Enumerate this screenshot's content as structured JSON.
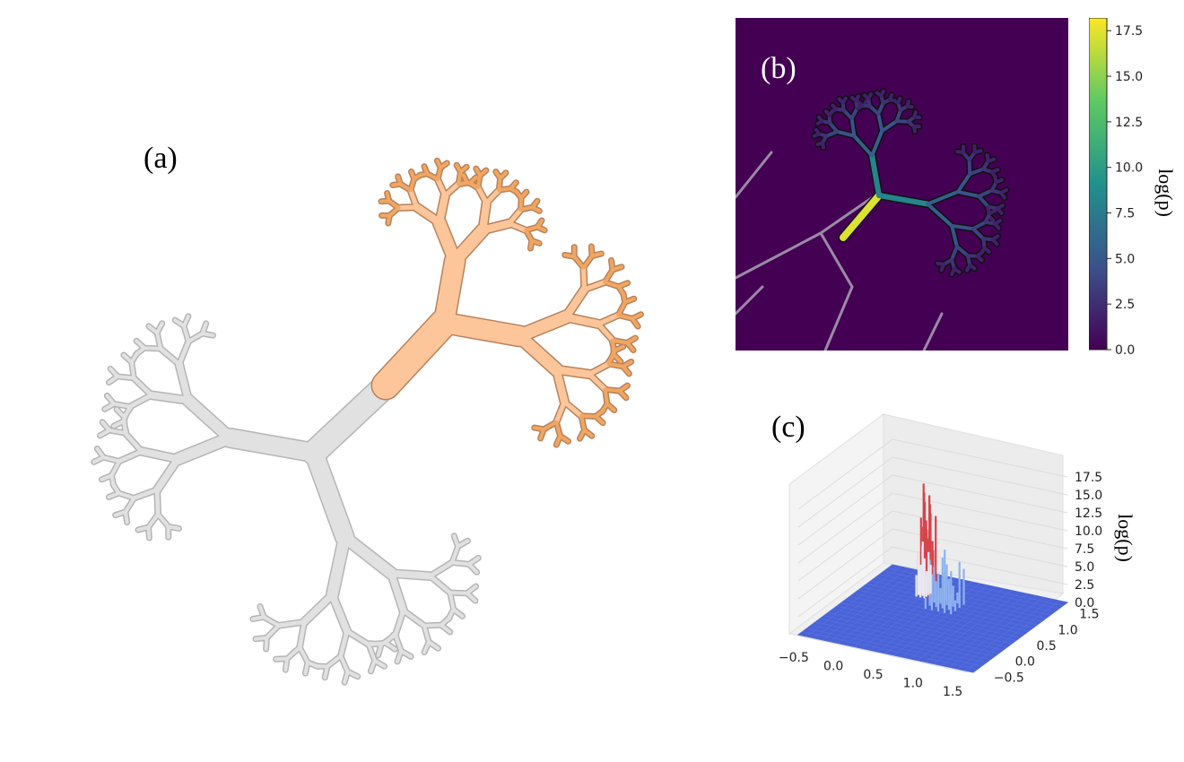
{
  "panels": {
    "a": {
      "label": "(a)"
    },
    "b": {
      "label": "(b)"
    },
    "c": {
      "label": "(c)"
    }
  },
  "colorbar": {
    "title": "log(p)",
    "ticks": [
      "0.0",
      "2.5",
      "5.0",
      "7.5",
      "10.0",
      "12.5",
      "15.0",
      "17.5"
    ],
    "colormap": [
      "#440154",
      "#3b528b",
      "#21918c",
      "#5ec962",
      "#fde725"
    ]
  },
  "surface": {
    "zlabel": "log(p)",
    "z_ticks": [
      "0.0",
      "2.5",
      "5.0",
      "7.5",
      "10.0",
      "12.5",
      "15.0",
      "17.5"
    ],
    "x_ticks": [
      "−0.5",
      "0.0",
      "0.5",
      "1.0",
      "1.5"
    ],
    "y_ticks": [
      "−0.5",
      "0.0",
      "0.5",
      "1.0",
      "1.5"
    ]
  },
  "colors": {
    "tree_gray": "#e1e1e1",
    "tree_gray_edge": "#b5b5b5",
    "tree_light_orange": "#fdc59a",
    "tree_dark_orange": "#f0a662",
    "tree_orange_edge": "#b8825a",
    "viridis_bg": "#440154",
    "surface_blue": "#4a63d8",
    "surface_red": "#d8434a"
  }
}
